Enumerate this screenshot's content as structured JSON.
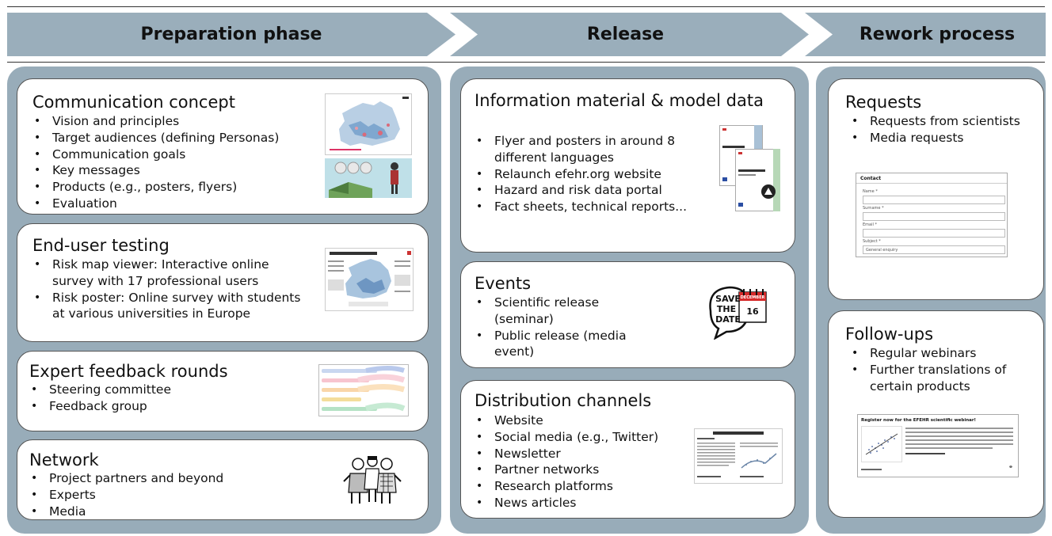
{
  "phases": {
    "preparation": "Preparation phase",
    "release": "Release",
    "rework": "Rework process"
  },
  "preparation": {
    "communication": {
      "title": "Communication concept",
      "items": [
        "Vision and principles",
        "Target audiences (defining Personas)",
        "Communication goals",
        "Key messages",
        "Products (e.g., posters, flyers)",
        "Evaluation"
      ]
    },
    "testing": {
      "title": "End-user testing",
      "items": [
        "Risk map viewer: Interactive online survey with 17 professional users",
        "Risk poster: Online survey with students at various universities in Europe"
      ]
    },
    "expert": {
      "title": "Expert feedback rounds",
      "items": [
        "Steering committee",
        "Feedback group"
      ]
    },
    "network": {
      "title": "Network",
      "items": [
        "Project partners and beyond",
        "Experts",
        "Media"
      ]
    }
  },
  "release": {
    "material": {
      "title": "Information material & model data",
      "items": [
        "Flyer and posters in around 8 different languages",
        "Relaunch efehr.org website",
        "Hazard and risk data portal",
        "Fact sheets, technical reports..."
      ]
    },
    "events": {
      "title": "Events",
      "items": [
        "Scientific release (seminar)",
        "Public release (media event)"
      ],
      "save_date": {
        "line1": "SAVE",
        "line2": "THE",
        "line3": "DATE",
        "month": "DECEMBER",
        "day": "16"
      }
    },
    "distribution": {
      "title": "Distribution channels",
      "items": [
        "Website",
        "Social media (e.g., Twitter)",
        "Newsletter",
        "Partner networks",
        "Research platforms",
        "News articles"
      ]
    }
  },
  "rework": {
    "requests": {
      "title": "Requests",
      "items": [
        "Requests from scientists",
        "Media requests"
      ],
      "form": {
        "title": "Contact",
        "name_label": "Name *",
        "surname_label": "Surname *",
        "email_label": "Email *",
        "subject_label": "Subject *",
        "subject_value": "General enquiry"
      }
    },
    "followups": {
      "title": "Follow-ups",
      "items": [
        "Regular webinars",
        "Further translations of certain products"
      ],
      "webinar_title": "Register now for the EFEHR scientific webinar!"
    }
  },
  "colors": {
    "phase_bar": "#9aaebb",
    "column_bg": "#98acb9",
    "card_bg": "#ffffff"
  }
}
